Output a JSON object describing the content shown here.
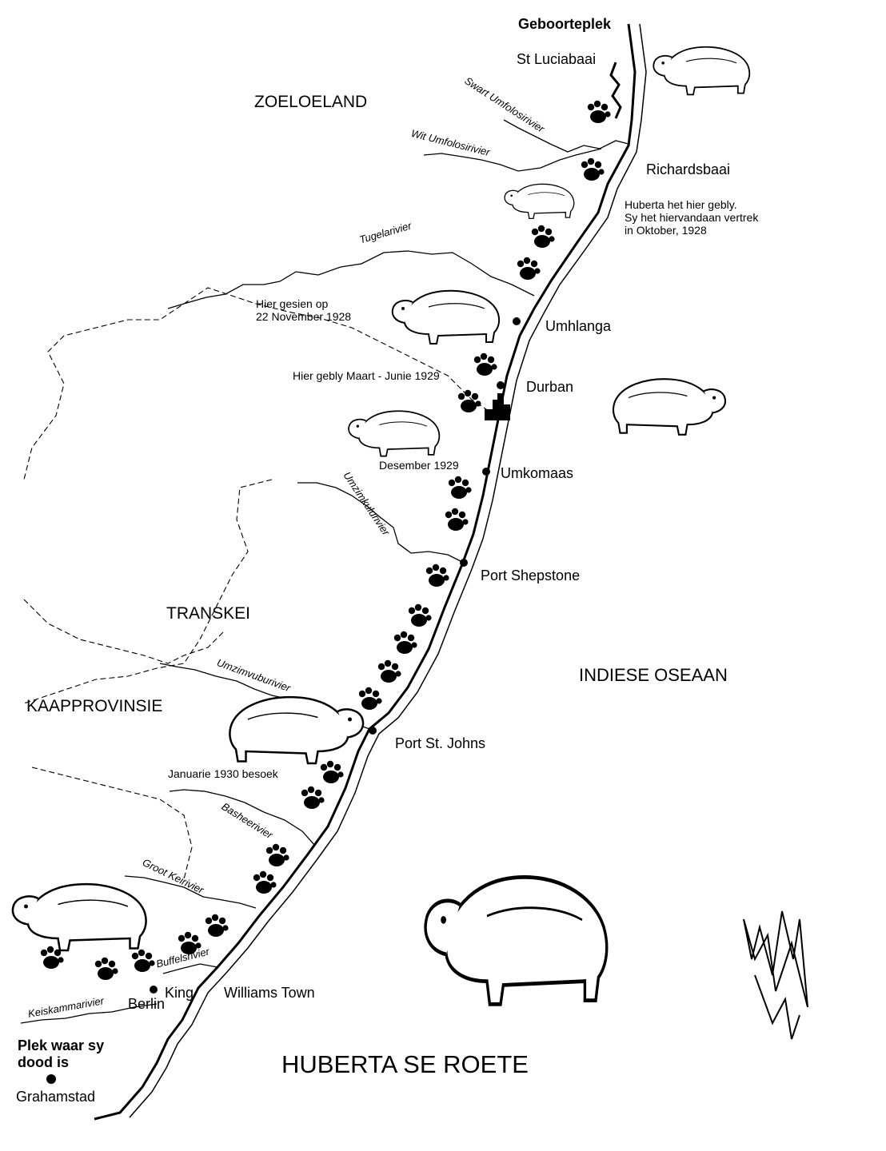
{
  "title": "HUBERTA SE ROETE",
  "regions": {
    "zululand": "ZOELOELAND",
    "transkei": "TRANSKEI",
    "cape": "KAAPPROVINSIE",
    "ocean": "INDIESE OSEAAN"
  },
  "start": {
    "heading": "Geboorteplek",
    "place": "St Luciabaai"
  },
  "end": {
    "heading": "Plek waar sy\ndood is",
    "place": "Grahamstad"
  },
  "towns": {
    "richards_bay": "Richardsbaai",
    "umhlanga": "Umhlanga",
    "durban": "Durban",
    "umkomaas": "Umkomaas",
    "port_shepstone": "Port Shepstone",
    "port_st_johns": "Port St. Johns",
    "king_williams_town_a": "King",
    "king_williams_town_b": "Williams Town",
    "berlin": "Berlin"
  },
  "notes": {
    "richards_bay_stay": "Huberta het hier gebly.\nSy het hiervandaan vertrek\nin Oktober, 1928",
    "umhlanga_seen": "Hier gesien op\n22 November 1928",
    "durban_stay": "Hier gebly Maart - Junie 1929",
    "december": "Desember 1929",
    "january": "Januarie 1930 besoek"
  },
  "rivers": {
    "black_umfolozi": "Swart Umfolosirivier",
    "white_umfolozi": "Wit Umfolosirivier",
    "tugela": "Tugelarivier",
    "umzimkulu": "Umzimkulurivier",
    "umzimvubu": "Umzimvuburivier",
    "bashee": "Basheerivier",
    "great_kei": "Groot Keirivier",
    "buffels": "Buffelsrivier",
    "keiskamma": "Keiskammarivier"
  },
  "icons": [
    "hippo-icon",
    "footprint-icon",
    "north-arrow-icon",
    "town-dot-icon"
  ]
}
